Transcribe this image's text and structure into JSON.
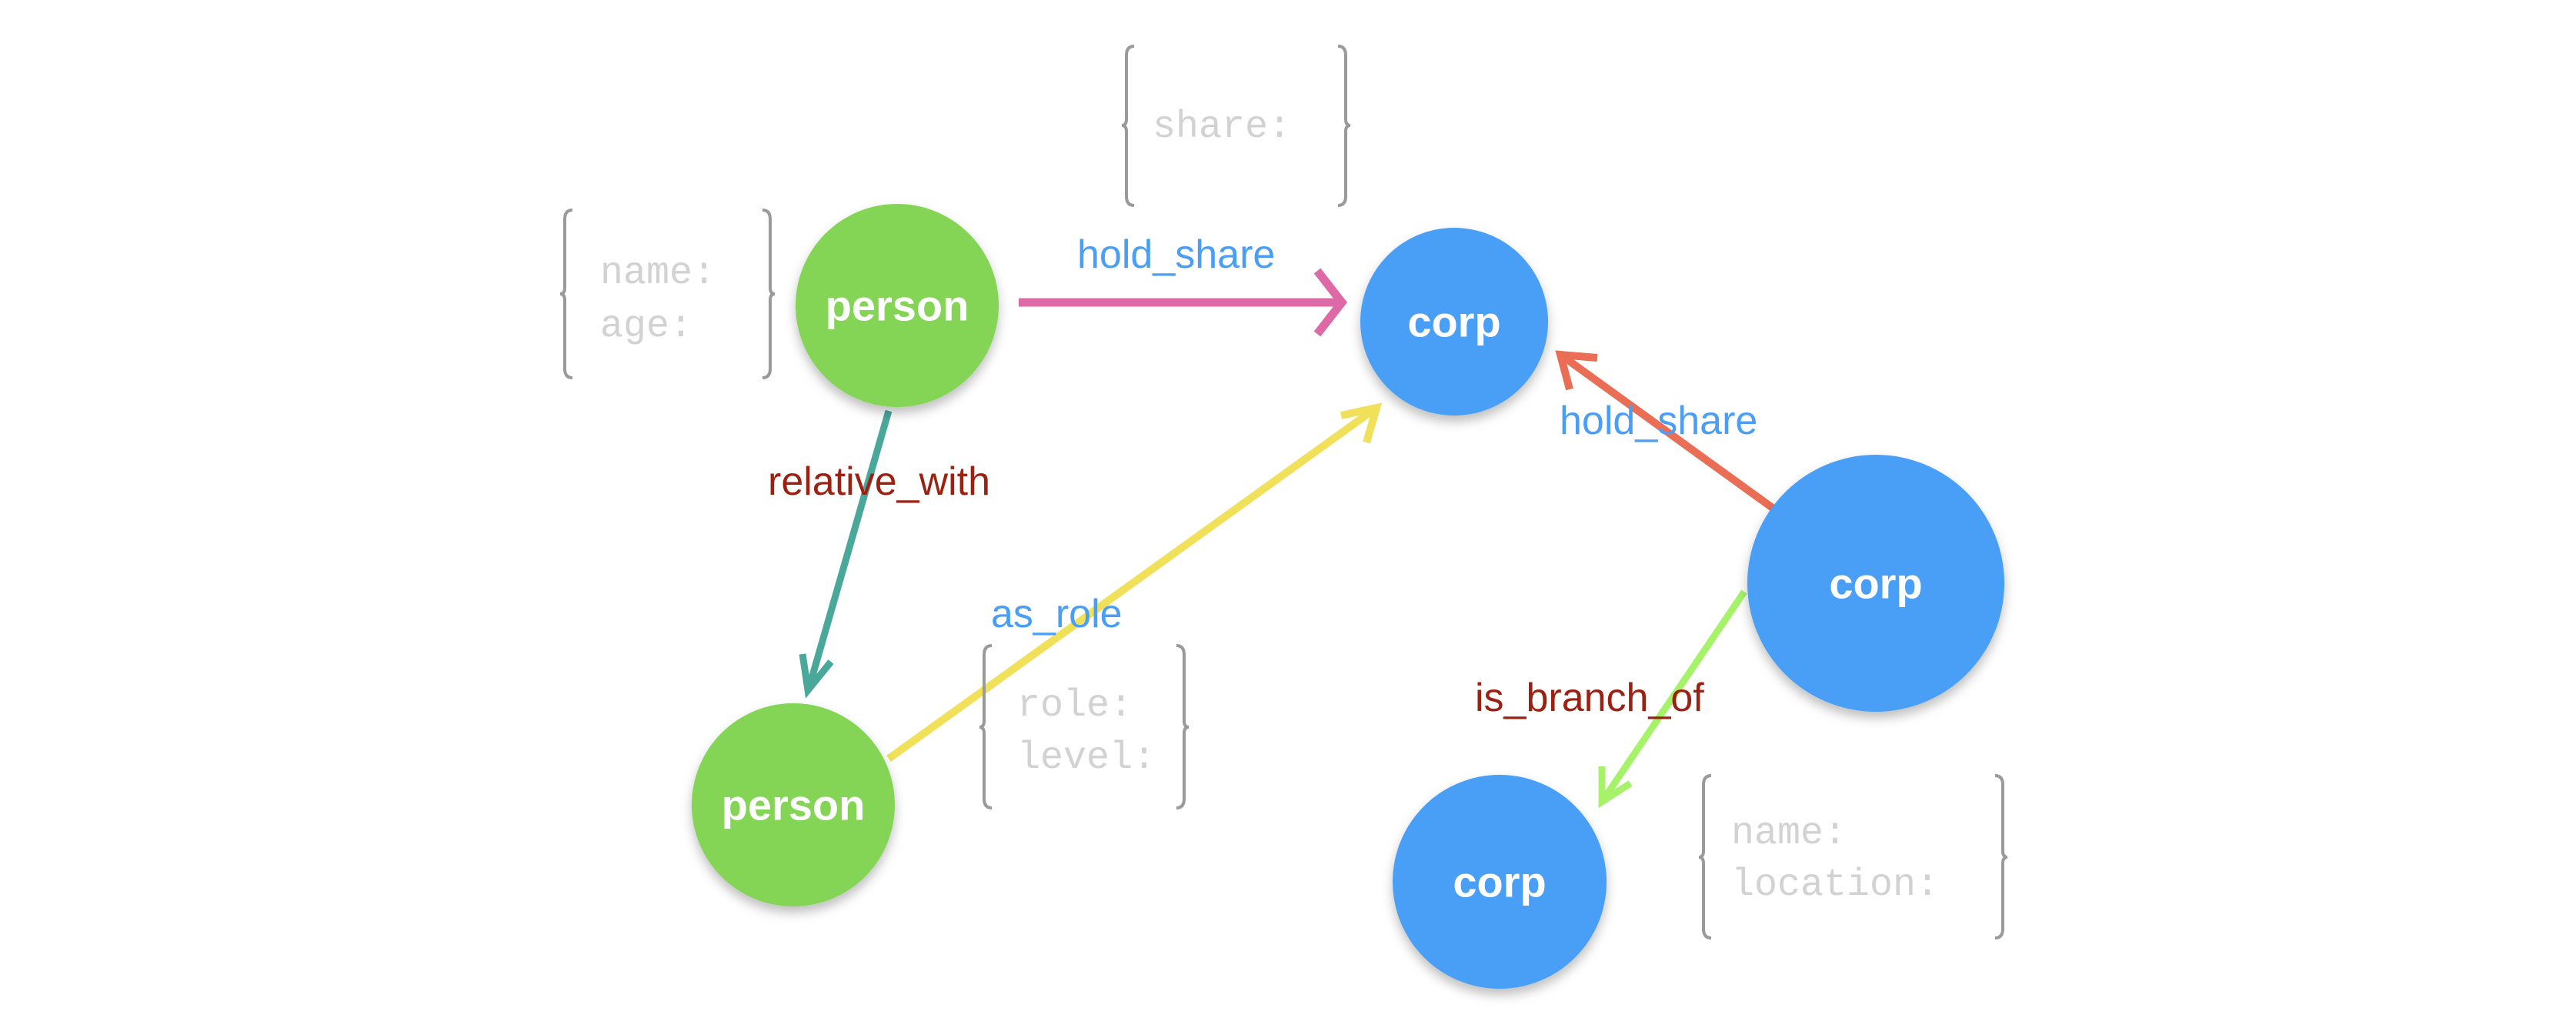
{
  "colors": {
    "person": "#84d454",
    "corp": "#4a9ef5",
    "edge_hold_share_1": "#dd6aa6",
    "edge_relative_with": "#4aa89a",
    "edge_as_role": "#f0e05a",
    "edge_hold_share_2": "#ea6d55",
    "edge_is_branch_of": "#a6f36a"
  },
  "nodes": {
    "person_1": "person",
    "person_2": "person",
    "corp_1": "corp",
    "corp_2": "corp",
    "corp_3": "corp"
  },
  "edges": {
    "hold_share_1": "hold_share",
    "relative_with": "relative_with",
    "as_role": "as_role",
    "hold_share_2": "hold_share",
    "is_branch_of": "is_branch_of"
  },
  "properties": {
    "hold_share": [
      "share:"
    ],
    "person": [
      "name:",
      "age:"
    ],
    "as_role": [
      "role:",
      "level:"
    ],
    "corp": [
      "name:",
      "location:"
    ]
  }
}
